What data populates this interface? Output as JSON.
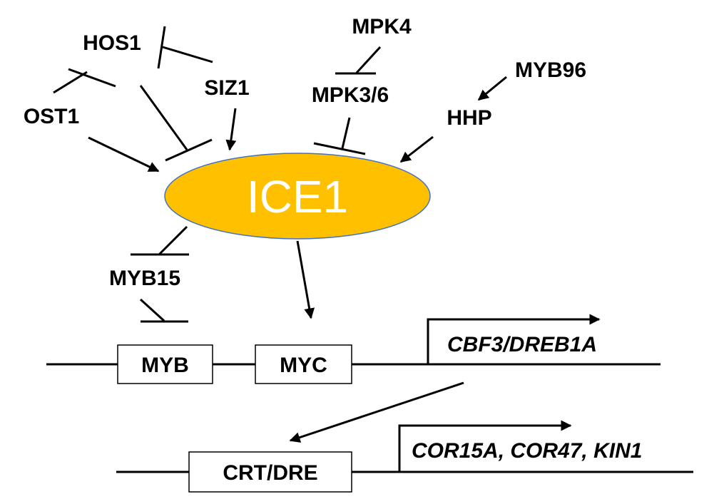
{
  "center": {
    "label": "ICE1",
    "fill_color": "#FFC000",
    "border_color": "#4472C4"
  },
  "regulators": {
    "hos1": "HOS1",
    "ost1": "OST1",
    "siz1": "SIZ1",
    "mpk4": "MPK4",
    "mpk3_6": "MPK3/6",
    "myb96": "MYB96",
    "hhp": "HHP",
    "myb15": "MYB15"
  },
  "promoter_elements": {
    "myb": "MYB",
    "myc": "MYC",
    "crt_dre": "CRT/DRE"
  },
  "genes": {
    "cbf3": "CBF3/DREB1A",
    "cor": "COR15A, COR47, KIN1"
  },
  "interactions": [
    {
      "from": "OST1",
      "to": "ICE1",
      "type": "activation"
    },
    {
      "from": "OST1",
      "to": "HOS1",
      "type": "inhibition"
    },
    {
      "from": "HOS1",
      "to": "ICE1",
      "type": "inhibition"
    },
    {
      "from": "SIZ1",
      "to": "HOS1",
      "type": "inhibition"
    },
    {
      "from": "SIZ1",
      "to": "ICE1",
      "type": "activation"
    },
    {
      "from": "MPK4",
      "to": "MPK3/6",
      "type": "inhibition"
    },
    {
      "from": "MPK3/6",
      "to": "ICE1",
      "type": "inhibition"
    },
    {
      "from": "MYB96",
      "to": "HHP",
      "type": "activation"
    },
    {
      "from": "HHP",
      "to": "ICE1",
      "type": "activation"
    },
    {
      "from": "ICE1",
      "to": "MYB15",
      "type": "inhibition"
    },
    {
      "from": "MYB15",
      "to": "MYB",
      "type": "inhibition"
    },
    {
      "from": "ICE1",
      "to": "MYC",
      "type": "activation"
    },
    {
      "from": "CBF3/DREB1A",
      "to": "CRT/DRE",
      "type": "activation"
    }
  ]
}
